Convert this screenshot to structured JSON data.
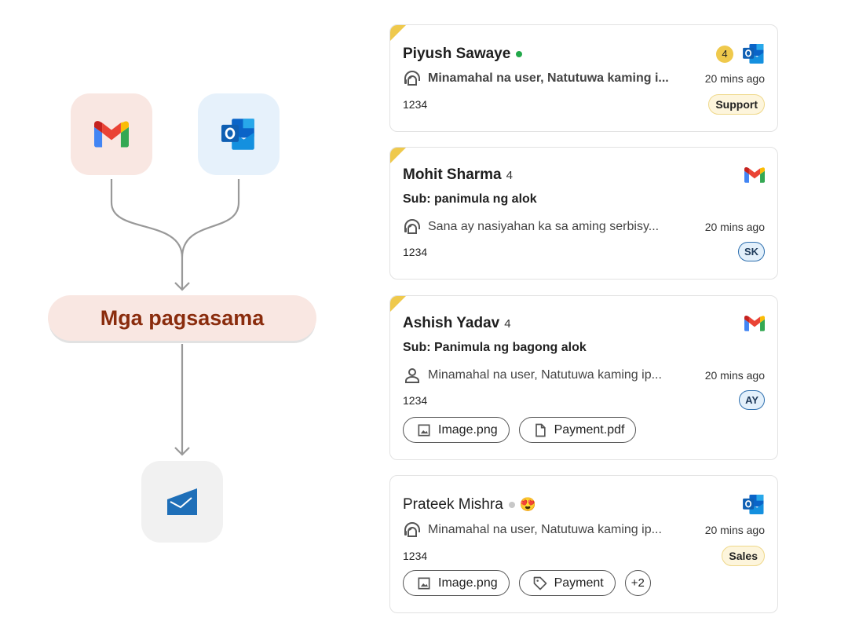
{
  "flow": {
    "label": "Mga pagsasama",
    "sources": [
      "gmail-icon",
      "outlook-icon"
    ],
    "target": "mail-icon"
  },
  "cards": [
    {
      "name": "Piyush Sawaye",
      "status": "online",
      "status_color": "#22a84a",
      "unread": "4",
      "source": "outlook",
      "message": "Minamahal na user, Natutuwa kaming i...",
      "time": "20 mins ago",
      "id": "1234",
      "tag": "Support"
    },
    {
      "name": "Mohit Sharma",
      "count": "4",
      "source": "gmail",
      "subject": "Sub: panimula ng alok",
      "message": "Sana ay nasiyahan ka sa aming serbisy...",
      "time": "20 mins ago",
      "id": "1234",
      "initials": "SK"
    },
    {
      "name": "Ashish Yadav",
      "count": "4",
      "source": "gmail",
      "subject": "Sub: Panimula ng bagong alok",
      "message": "Minamahal na user, Natutuwa kaming ip...",
      "time": "20 mins ago",
      "id": "1234",
      "initials": "AY",
      "attachments": [
        "Image.png",
        "Payment.pdf"
      ]
    },
    {
      "name": "Prateek Mishra",
      "status": "offline",
      "status_color": "#c8c8c8",
      "emoji": "😍",
      "source": "outlook",
      "message": "Minamahal na user, Natutuwa kaming ip...",
      "time": "20 mins ago",
      "id": "1234",
      "tag": "Sales",
      "attachments": [
        "Image.png",
        "Payment"
      ],
      "more": "+2"
    }
  ]
}
